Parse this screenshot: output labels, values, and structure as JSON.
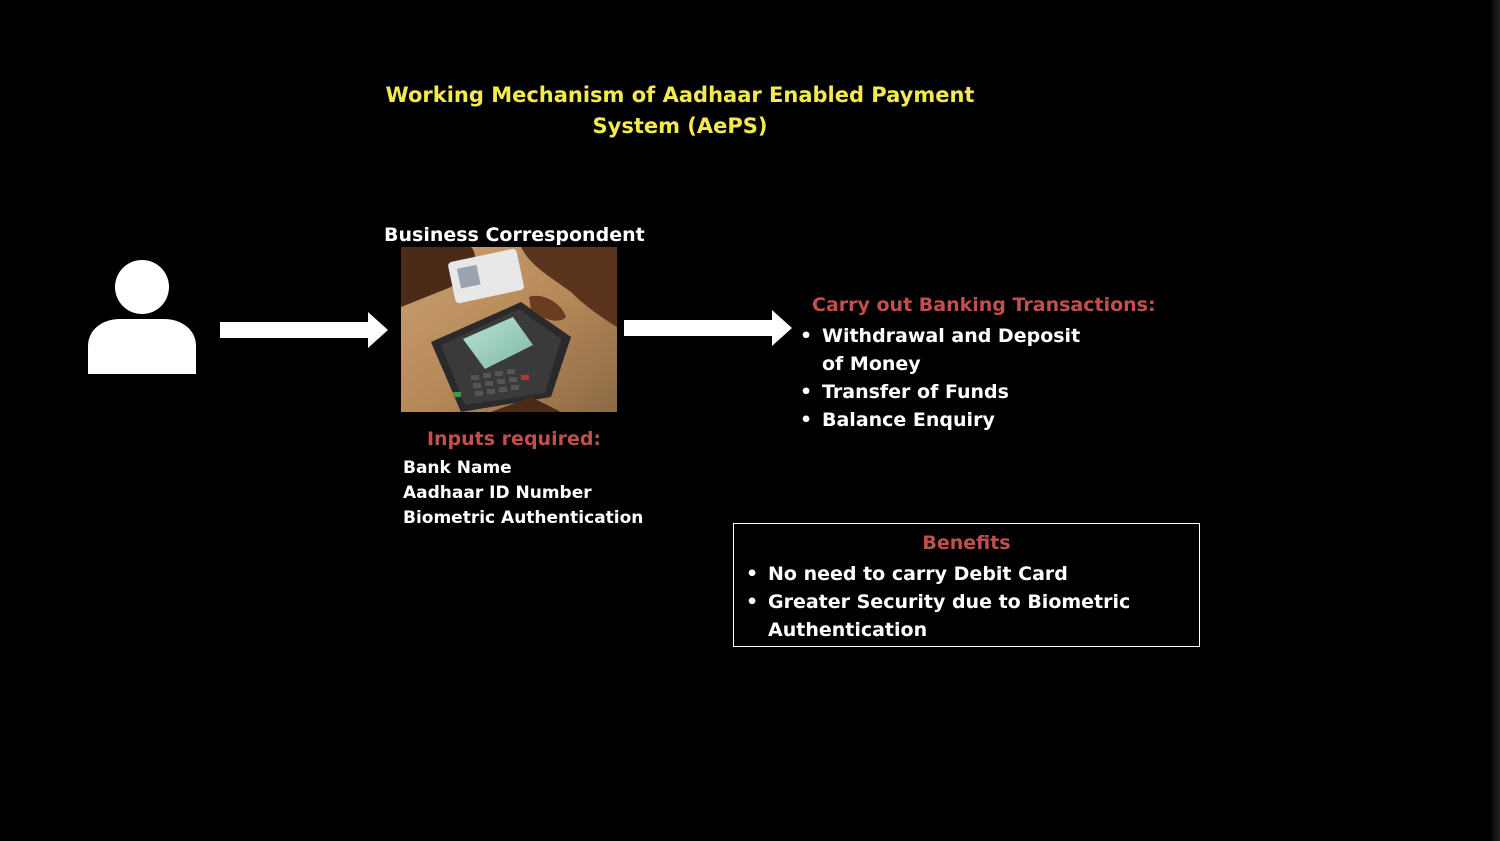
{
  "title": {
    "line1": "Working Mechanism of Aadhaar Enabled Payment",
    "line2": "System (AePS)"
  },
  "colors": {
    "title": "#f2ea4f",
    "heading_accent": "#c0504d",
    "text": "#ffffff",
    "background": "#000000"
  },
  "icons": {
    "customer": "person-icon",
    "flow_arrow": "arrow-right-icon"
  },
  "business_correspondent": {
    "label": "Business Correspondent"
  },
  "inputs": {
    "heading": "Inputs required:",
    "items": [
      "Bank Name",
      "Aadhaar ID Number",
      "Biometric Authentication"
    ]
  },
  "transactions": {
    "heading": "Carry out Banking Transactions:",
    "items": [
      "Withdrawal and Deposit of Money",
      "Transfer of Funds",
      "Balance Enquiry"
    ]
  },
  "benefits": {
    "heading": "Benefits",
    "items": [
      "No need to carry Debit Card",
      "Greater Security due to Biometric Authentication"
    ]
  }
}
